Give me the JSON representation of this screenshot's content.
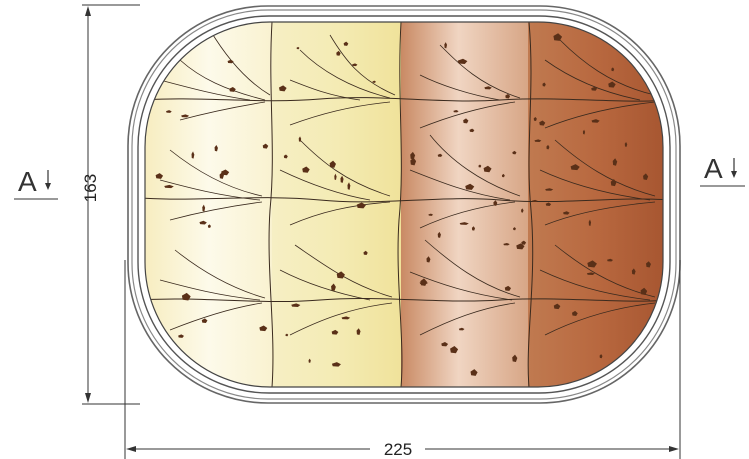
{
  "dimensions": {
    "height_label": "163",
    "width_label": "225"
  },
  "section_marks": {
    "left_label": "A",
    "right_label": "A",
    "arrow_icon": "arrow-down-icon"
  },
  "colors": {
    "tray_outline": "#555555",
    "band_1": "#fbf6dc",
    "band_2": "#f3eab0",
    "band_3": "#d8a888",
    "band_4": "#b4673f",
    "crumbs": "#5a3018",
    "veins": "#3a2a1e"
  }
}
